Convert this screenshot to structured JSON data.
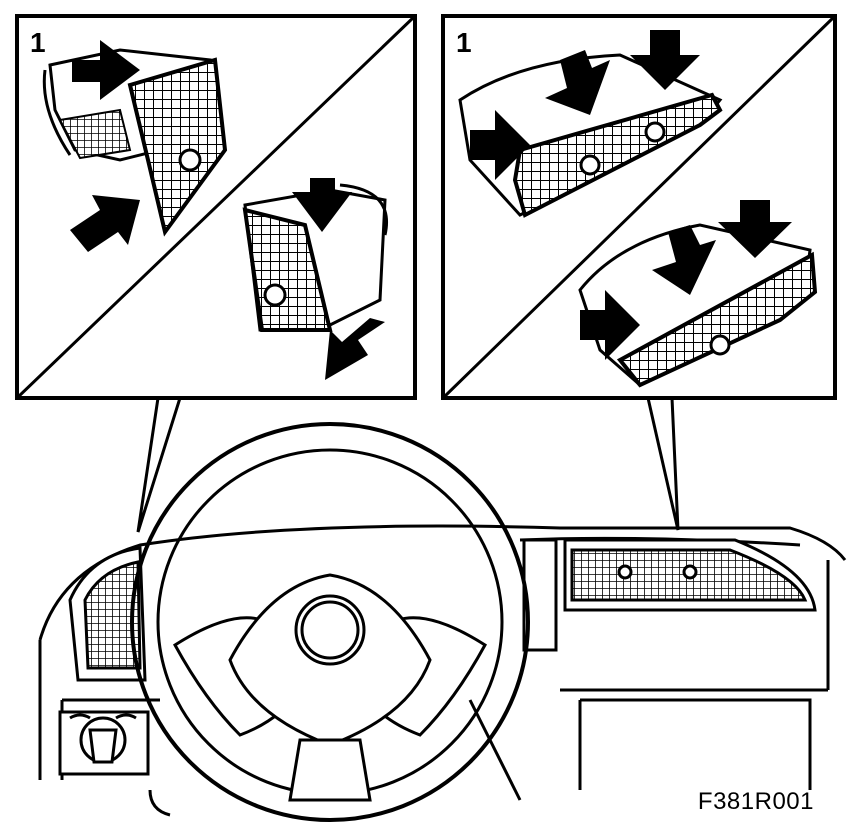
{
  "diagram": {
    "figure_code": "F381R001",
    "left_panel": {
      "step_label": "1"
    },
    "right_panel": {
      "step_label": "1"
    }
  }
}
